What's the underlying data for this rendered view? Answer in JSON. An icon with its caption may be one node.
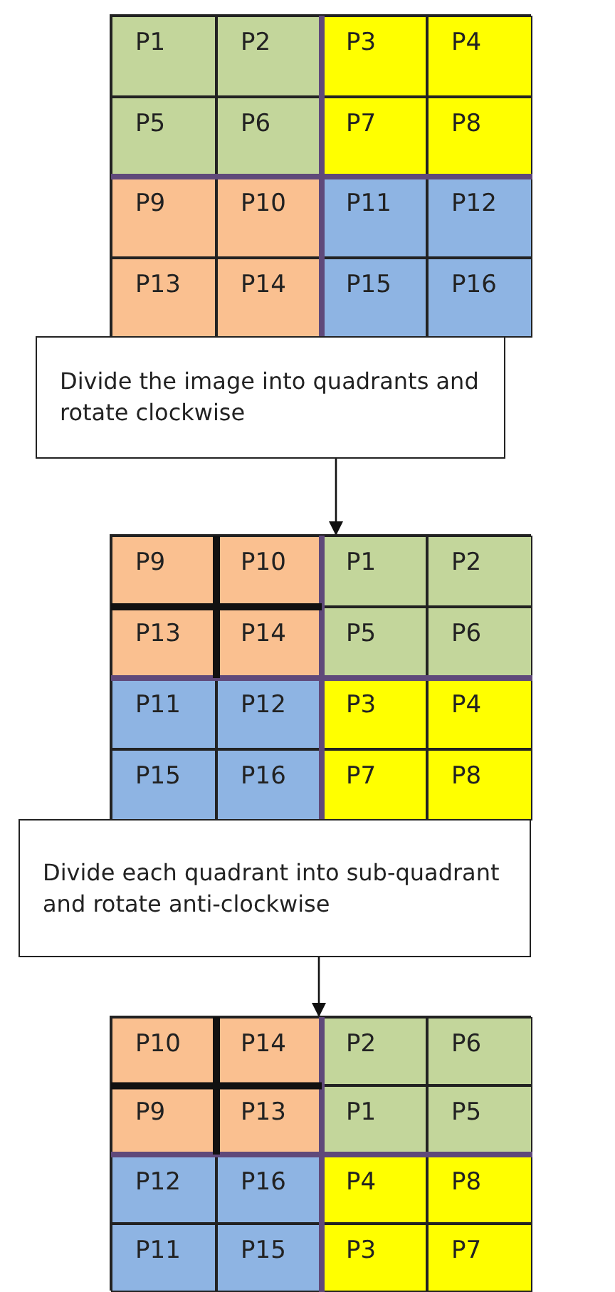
{
  "diagram": {
    "nodes": [
      {
        "text": [],
        "shape": "box"
      },
      {
        "text": [
          "P1"
        ],
        "in": 0
      },
      {
        "text": [
          "P2"
        ],
        "in": 0
      },
      {
        "text": [
          "P3"
        ],
        "in": 0
      },
      {
        "text": [
          "P4"
        ],
        "in": 0
      },
      {
        "text": [
          "P5"
        ],
        "in": 0
      },
      {
        "text": [
          "P6"
        ],
        "in": 0
      },
      {
        "text": [
          "P7"
        ],
        "in": 0
      },
      {
        "text": [
          "P8"
        ],
        "in": 0
      },
      {
        "text": [
          "P9"
        ],
        "in": 0
      },
      {
        "text": [
          "P10"
        ],
        "in": 0
      },
      {
        "text": [
          "P11"
        ],
        "in": 0
      },
      {
        "text": [
          "P12"
        ],
        "in": 0
      },
      {
        "text": [
          "P13"
        ],
        "in": 0
      },
      {
        "text": [
          "P14"
        ],
        "in": 0
      },
      {
        "text": [
          "P15"
        ],
        "in": 0
      },
      {
        "text": [
          "P16"
        ],
        "in": 0
      },
      {
        "text": [
          "Divide the image into quadrants and rotate clockwise"
        ]
      },
      {
        "text": [],
        "shape": "box"
      },
      {
        "text": [
          "P9"
        ],
        "in": 18
      },
      {
        "text": [
          "P10"
        ],
        "in": 18
      },
      {
        "text": [
          "P1"
        ],
        "in": 18
      },
      {
        "text": [
          "P2"
        ],
        "in": 18
      },
      {
        "text": [
          "P13"
        ],
        "in": 18
      },
      {
        "text": [
          "P14"
        ],
        "in": 18
      },
      {
        "text": [
          "P5"
        ],
        "in": 18
      },
      {
        "text": [
          "P6"
        ],
        "in": 18
      },
      {
        "text": [
          "P11"
        ],
        "in": 18
      },
      {
        "text": [
          "P12"
        ],
        "in": 18
      },
      {
        "text": [
          "P3"
        ],
        "in": 18
      },
      {
        "text": [
          "P4"
        ],
        "in": 18
      },
      {
        "text": [
          "P15"
        ],
        "in": 18
      },
      {
        "text": [
          "P16"
        ],
        "in": 18
      },
      {
        "text": [
          "P7"
        ],
        "in": 18
      },
      {
        "text": [
          "P8"
        ],
        "in": 18
      },
      {
        "text": [
          "Divide each quadrant into sub-quadrant and rotate anti-clockwise"
        ]
      },
      {
        "text": [],
        "shape": "box"
      },
      {
        "text": [
          "P10"
        ],
        "in": 36
      },
      {
        "text": [
          "P14"
        ],
        "in": 36
      },
      {
        "text": [
          "P2"
        ],
        "in": 36
      },
      {
        "text": [
          "P6"
        ],
        "in": 36
      },
      {
        "text": [
          "P9"
        ],
        "in": 36
      },
      {
        "text": [
          "P13"
        ],
        "in": 36
      },
      {
        "text": [
          "P1"
        ],
        "in": 36
      },
      {
        "text": [
          "P5"
        ],
        "in": 36
      },
      {
        "text": [
          "P12"
        ],
        "in": 36
      },
      {
        "text": [
          "P16"
        ],
        "in": 36
      },
      {
        "text": [
          "P4"
        ],
        "in": 36
      },
      {
        "text": [
          "P8"
        ],
        "in": 36
      },
      {
        "text": [
          "P11"
        ],
        "in": 36
      },
      {
        "text": [
          "P15"
        ],
        "in": 36
      },
      {
        "text": [
          "P3"
        ],
        "in": 36
      },
      {
        "text": [
          "P7"
        ],
        "in": 36
      }
    ],
    "edges": [
      {
        "from": 17,
        "to": 18,
        "arrow": "to"
      },
      {
        "from": 35,
        "to": 36,
        "arrow": "to"
      }
    ]
  }
}
